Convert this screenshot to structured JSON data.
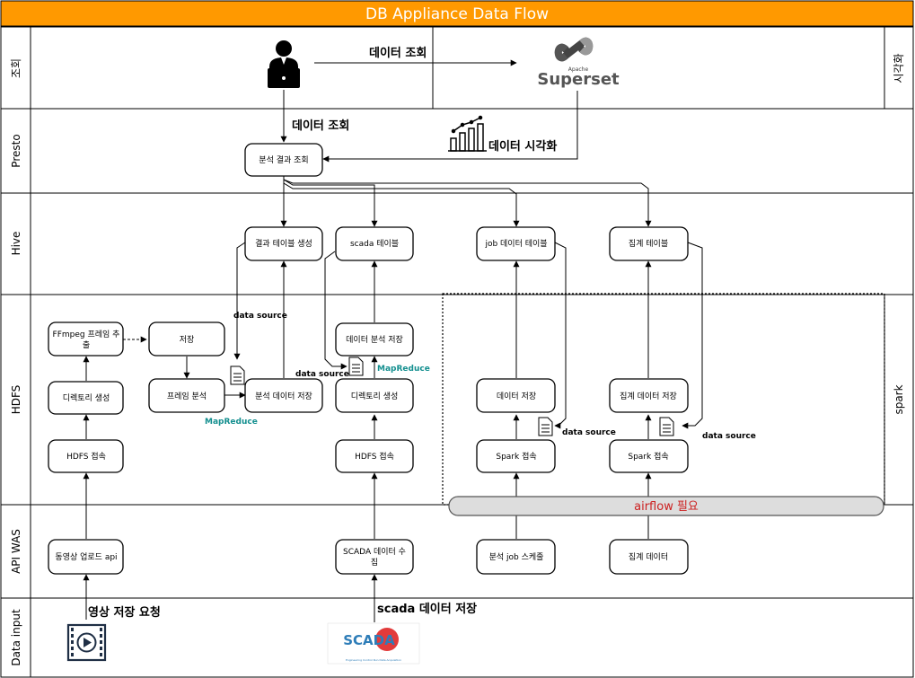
{
  "title": "DB Appliance Data Flow",
  "colors": {
    "title_bg": "#FF9900",
    "stroke": "#000000",
    "teal": "#138F8F",
    "airflow_red": "#CC1F1F",
    "airflow_bg": "#DDDDDD"
  },
  "lanes": {
    "query": "조회",
    "presto": "Presto",
    "hive": "Hive",
    "hdfs": "HDFS",
    "api_was": "API WAS",
    "data_input": "Data input"
  },
  "side_labels": {
    "visualization": "시각화",
    "spark": "spark"
  },
  "nodes": {
    "analysis_query": "분석 결과 조회",
    "result_table_create": "결과 테이블 생성",
    "scada_table": "scada 테이블",
    "job_data_table": "job 데이터 테이블",
    "agg_table": "집계 테이블",
    "ffmpeg_frame_extract_line1": "FFmpeg 프레임 추",
    "ffmpeg_frame_extract_line2": "출",
    "save": "저장",
    "frame_analysis": "프레임 분석",
    "analysis_data_save": "분석 데이터 저장",
    "dir_create_1": "디렉토리 생성",
    "hdfs_connect_1": "HDFS 접속",
    "data_analysis_save": "데이터 분석 저장",
    "dir_create_2": "디렉토리 생성",
    "hdfs_connect_2": "HDFS 접속",
    "data_save": "데이터 저장",
    "spark_connect_1": "Spark 접속",
    "agg_data_save": "집계 데이터 저장",
    "spark_connect_2": "Spark 접속",
    "video_upload_api": "동영상 업로드 api",
    "scada_collect_line1": "SCADA 데이터 수",
    "scada_collect_line2": "집",
    "analysis_job_schedule": "분석 job 스케줄",
    "agg_data": "집계 데이터"
  },
  "labels": {
    "data_query_top": "데이터 조회",
    "data_query_presto": "데이터 조회",
    "data_viz": "데이터 시각화",
    "data_source": "data source",
    "mapreduce": "MapReduce",
    "airflow": "airflow 필요",
    "video_save_request": "영상 저장 요청",
    "scada_data_save": "scada 데이터 저장"
  },
  "logos": {
    "superset_small": "Apache",
    "superset_big": "Superset",
    "scada_logo": "SCADA",
    "scada_tagline": "Engineering   Control   Run   Data   Acquisition"
  },
  "icons": [
    "user-at-laptop-icon",
    "chart-icon",
    "document-icon",
    "video-file-icon",
    "superset-logo",
    "scada-logo"
  ]
}
